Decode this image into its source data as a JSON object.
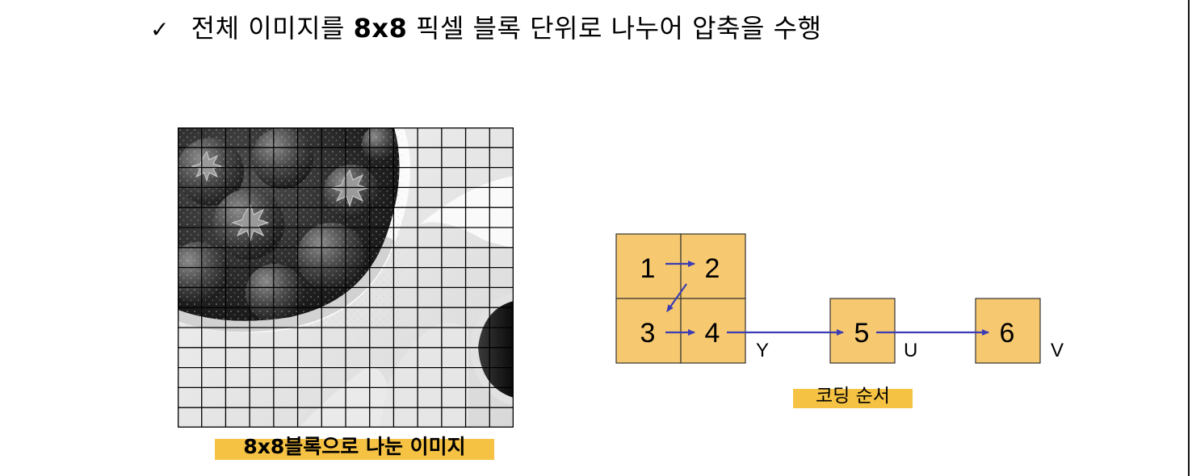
{
  "heading": {
    "check_glyph": "✓",
    "text_before": "전체 이미지를",
    "text_bold": "8x8",
    "text_after": "픽셀 블록 단위로 나누어 압축을 수행"
  },
  "image_caption": "8x8블록으로 나눈 이미지",
  "order_caption": "코딩 순서",
  "grid": {
    "columns": 14,
    "rows": 15
  },
  "blocks": {
    "y_blocks": [
      "1",
      "2",
      "3",
      "4"
    ],
    "u_block": "5",
    "v_block": "6",
    "label_y": "Y",
    "label_u": "U",
    "label_v": "V"
  },
  "colors": {
    "block_fill": "#f6c870",
    "block_border": "#333333",
    "arrow": "#3c3cb4",
    "highlight": "#f5c244"
  }
}
